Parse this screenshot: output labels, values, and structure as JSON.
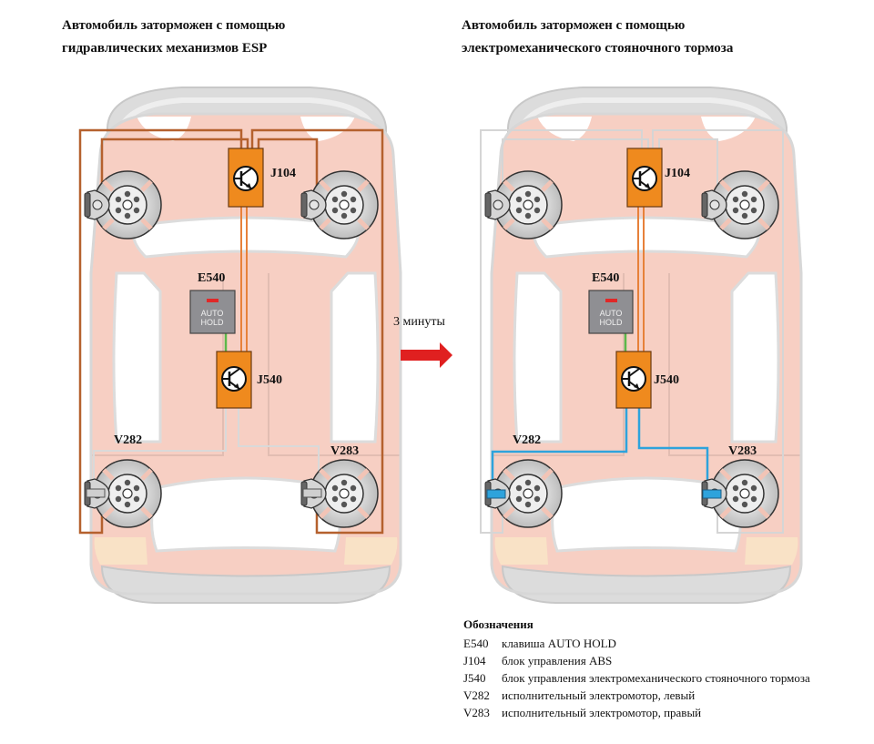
{
  "titles": {
    "left": [
      "Автомобиль заторможен с помощью",
      "гидравлических механизмов ESP"
    ],
    "right": [
      "Автомобиль заторможен с помощью",
      "электромеханического стояночного тормоза"
    ]
  },
  "transition": {
    "label": "3 минуты",
    "arrow_color": "#e02020"
  },
  "components": {
    "j104": "J104",
    "j540": "J540",
    "e540": "E540",
    "v282": "V282",
    "v283": "V283",
    "auto_hold_line1": "AUTO",
    "auto_hold_line2": "HOLD"
  },
  "colors": {
    "body_pink": "#f7cfc3",
    "body_gray": "#d9d9d9",
    "unit_orange": "#ef8a1e",
    "hydraulic_line": "#b5612e",
    "inactive_line": "#d7d7d7",
    "motor_line": "#2ea3dc",
    "switch_line": "#5cb84a",
    "indicator_red": "#e02828"
  },
  "legend": {
    "heading": "Обозначения",
    "items": [
      {
        "code": "E540",
        "desc": "клавиша AUTO HOLD"
      },
      {
        "code": "J104",
        "desc": "блок управления ABS"
      },
      {
        "code": "J540",
        "desc": "блок управления электромеханического стояночного тормоза"
      },
      {
        "code": "V282",
        "desc": "исполнительный электромотор, левый"
      },
      {
        "code": "V283",
        "desc": "исполнительный электромотор, правый"
      }
    ]
  }
}
